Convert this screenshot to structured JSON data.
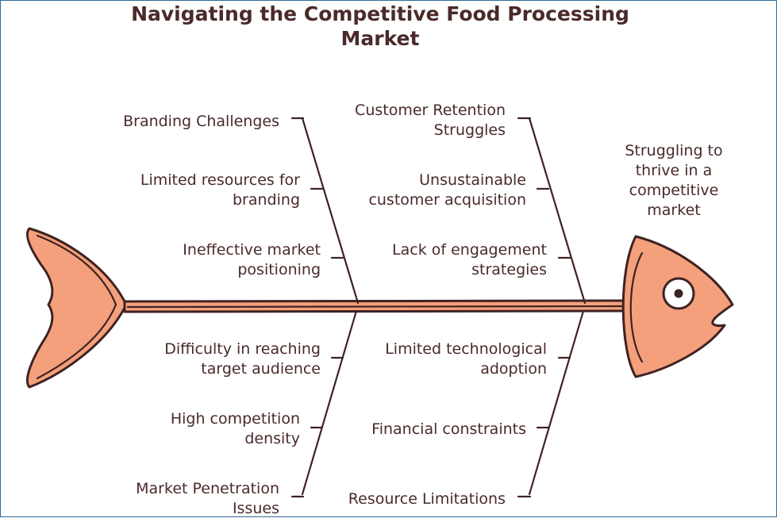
{
  "title": {
    "line1": "Navigating the Competitive Food Processing",
    "line2": "Market"
  },
  "effect": [
    "Struggling to",
    "thrive in a",
    "competitive",
    "market"
  ],
  "top_left": {
    "head": [
      "Branding Challenges"
    ],
    "causes": [
      [
        "Limited resources for",
        "branding"
      ],
      [
        "Ineffective market",
        "positioning"
      ]
    ]
  },
  "top_right": {
    "head": [
      "Customer Retention",
      "Struggles"
    ],
    "causes": [
      [
        "Unsustainable",
        "customer acquisition"
      ],
      [
        "Lack of engagement",
        "strategies"
      ]
    ]
  },
  "bottom_left": {
    "head": [
      "Market Penetration",
      "Issues"
    ],
    "causes": [
      [
        "Difficulty in reaching",
        "target audience"
      ],
      [
        "High competition",
        "density"
      ]
    ]
  },
  "bottom_right": {
    "head": [
      "Resource Limitations"
    ],
    "causes": [
      [
        "Limited technological",
        "adoption"
      ],
      [
        "Financial constraints"
      ]
    ]
  },
  "colors": {
    "fish": "#f4a07c",
    "ink": "#3f2222",
    "text": "#4a2a2a",
    "frame": "#2f6b9a"
  }
}
